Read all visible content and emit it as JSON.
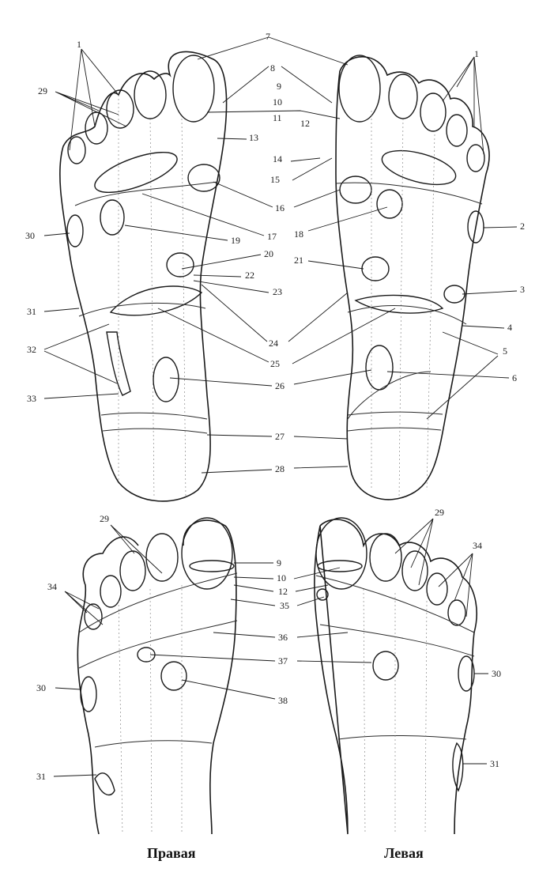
{
  "captions": {
    "right": "Правая",
    "left": "Левая"
  },
  "labels": {
    "top": [
      "1",
      "2",
      "3",
      "4",
      "5",
      "6",
      "7",
      "8",
      "9",
      "10",
      "11",
      "12",
      "13",
      "14",
      "15",
      "16",
      "17",
      "18",
      "19",
      "20",
      "21",
      "22",
      "23",
      "24",
      "25",
      "26",
      "27",
      "28",
      "29",
      "30",
      "31",
      "32",
      "33",
      "1"
    ],
    "bottom": [
      "29",
      "9",
      "10",
      "12",
      "35",
      "36",
      "37",
      "38",
      "34",
      "30",
      "31",
      "29",
      "34",
      "30",
      "31"
    ]
  },
  "colors": {
    "ink": "#1a1a1a",
    "paper": "#ffffff",
    "grid": "#777777"
  }
}
